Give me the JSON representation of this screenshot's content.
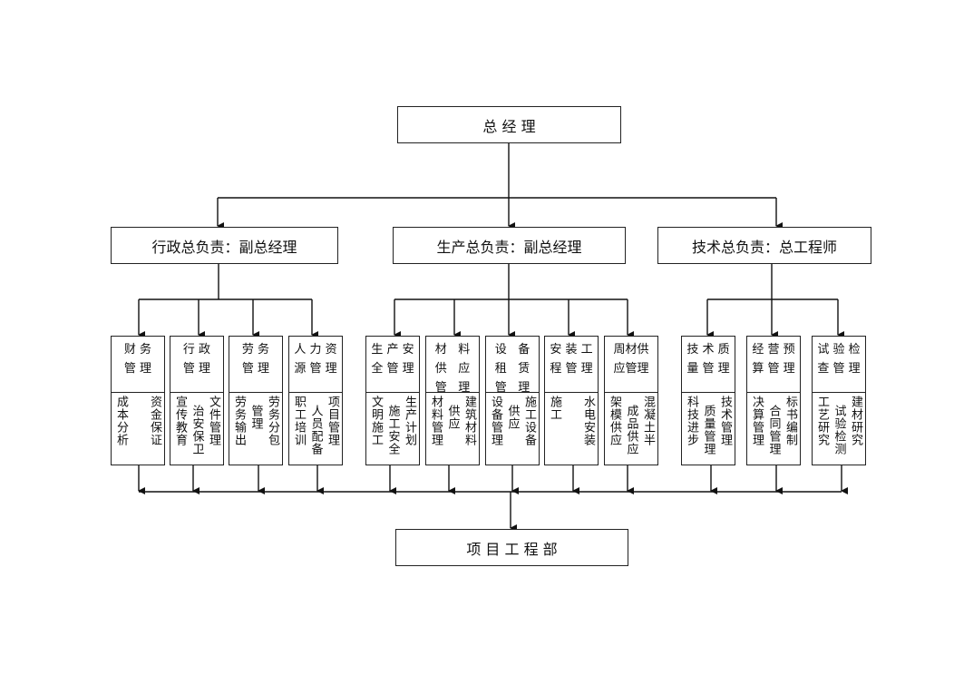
{
  "top": {
    "label": "总 经 理"
  },
  "bottom": {
    "label": "项 目 工 程 部"
  },
  "divisions": [
    {
      "label": "行政总负责：副总经理",
      "units": [
        {
          "upper": [
            "财 务",
            "管 理"
          ],
          "lower": [
            "成本分析",
            "",
            "资金保证"
          ]
        },
        {
          "upper": [
            "行 政",
            "管 理"
          ],
          "lower": [
            "宣传教育",
            "治安保卫",
            "文件管理"
          ]
        },
        {
          "upper": [
            "劳 务",
            "管 理"
          ],
          "lower": [
            "劳务输出",
            "管理",
            "劳务分包"
          ]
        },
        {
          "upper": [
            "人 力 资",
            "源 管 理"
          ],
          "lower": [
            "职工培训",
            "人员配备",
            "项目管理"
          ]
        }
      ]
    },
    {
      "label": "生产总负责：副总经理",
      "units": [
        {
          "upper": [
            "生 产 安",
            "全 管 理"
          ],
          "lower": [
            "文明施工",
            "施工安全",
            "生产计划"
          ]
        },
        {
          "upper": [
            "材   料",
            "供   应",
            "管   理"
          ],
          "lower": [
            "材料管理",
            "供应",
            "建筑材料"
          ]
        },
        {
          "upper": [
            "设   备",
            "租   赁",
            "管   理"
          ],
          "lower": [
            "设备管理",
            "供应",
            "施工设备"
          ]
        },
        {
          "upper": [
            "安 装 工",
            "程 管 理"
          ],
          "lower": [
            "施工",
            "",
            "水电安装"
          ]
        },
        {
          "upper": [
            "周材供",
            "应管理"
          ],
          "lower": [
            "架模供应",
            "成品供应",
            "混凝土半"
          ]
        }
      ]
    },
    {
      "label": "技术总负责：总工程师",
      "units": [
        {
          "upper": [
            "技 术 质",
            "量 管 理"
          ],
          "lower": [
            "科技进步",
            "质量管理",
            "技术管理"
          ]
        },
        {
          "upper": [
            "经 营 预",
            "算 管 理"
          ],
          "lower": [
            "决算管理",
            "合同管理",
            "标书编制"
          ]
        },
        {
          "upper": [
            "试 验 检",
            "查 管 理"
          ],
          "lower": [
            "工艺研究",
            "试验检测",
            "建材研究"
          ]
        }
      ]
    }
  ]
}
